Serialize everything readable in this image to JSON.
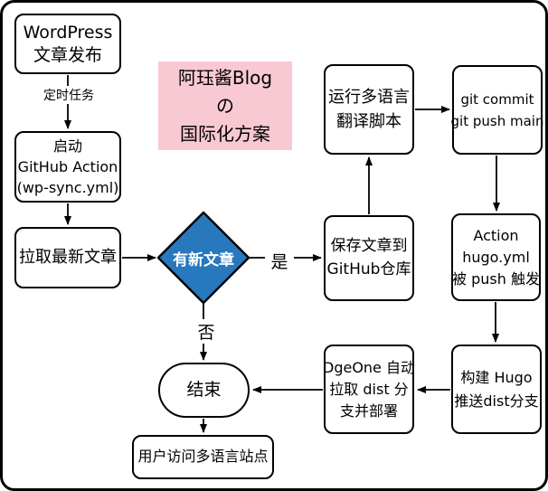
{
  "title": {
    "line1": "阿珏酱Blog",
    "line2": "の",
    "line3": "国际化方案"
  },
  "colors": {
    "diamond_fill": "#2878BE",
    "diamond_text": "#ffffff",
    "title_bg": "#F8C8D3",
    "node_border": "#000000",
    "canvas_bg": "#ffffff"
  },
  "nodes": {
    "wordpress": {
      "line1": "WordPress",
      "line2": "文章发布"
    },
    "start_action": {
      "line1": "启动",
      "line2": "GitHub Action",
      "line3": "(wp-sync.yml)"
    },
    "pull_posts": {
      "label": "拉取最新文章"
    },
    "decision": {
      "label": "有新文章"
    },
    "save_repo": {
      "line1": "保存文章到",
      "line2": "GitHub仓库"
    },
    "run_translate": {
      "line1": "运行多语言",
      "line2": "翻译脚本"
    },
    "git_commit": {
      "line1": "git commit",
      "line2": "git push main"
    },
    "action_hugo": {
      "line1": "Action",
      "line2": "hugo.yml",
      "line3": "被 push 触发"
    },
    "build_hugo": {
      "line1": "构建 Hugo",
      "line2": "推送dist分支"
    },
    "dgeone": {
      "line1": "DgeOne 自动",
      "line2": "拉取 dist 分",
      "line3": "支并部署"
    },
    "end": {
      "label": "结束"
    },
    "visit_site": {
      "label": "用户访问多语言站点"
    }
  },
  "edge_labels": {
    "scheduled": "定时任务",
    "yes": "是",
    "no": "否"
  }
}
